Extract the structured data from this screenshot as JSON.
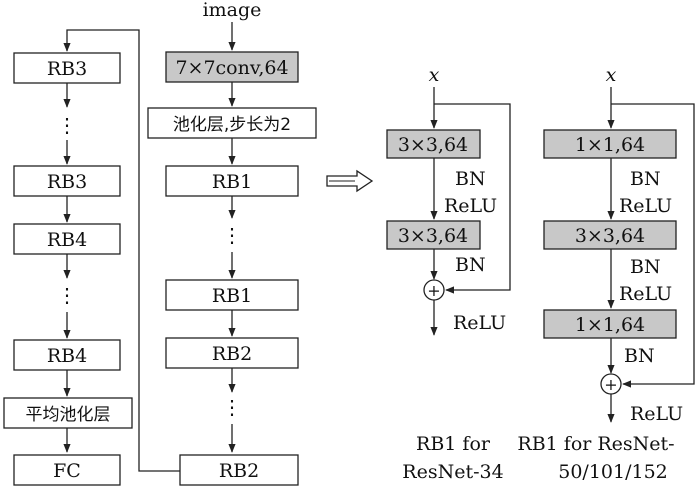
{
  "input_label": "image",
  "left_column": {
    "rb3_top": "RB3",
    "rb3_bottom": "RB3",
    "rb4_top": "RB4",
    "rb4_bottom": "RB4",
    "avg_pool": "平均池化层",
    "fc": "FC"
  },
  "middle_column": {
    "conv": "7×7conv,64",
    "pool": "池化层,步长为2",
    "rb1_top": "RB1",
    "rb1_bottom": "RB1",
    "rb2_top": "RB2",
    "rb2_bottom": "RB2"
  },
  "block34": {
    "input": "x",
    "conv1": "3×3,64",
    "bn1": "BN",
    "relu1": "ReLU",
    "conv2": "3×3,64",
    "bn2": "BN",
    "relu_out": "ReLU",
    "caption_line1": "RB1 for",
    "caption_line2": "ResNet-34"
  },
  "block50": {
    "input": "x",
    "conv1": "1×1,64",
    "bn1": "BN",
    "relu1": "ReLU",
    "conv2": "3×3,64",
    "bn2": "BN",
    "relu2": "ReLU",
    "conv3": "1×1,64",
    "bn3": "BN",
    "relu_out": "ReLU",
    "caption_line1": "RB1 for ResNet-",
    "caption_line2": "50/101/152"
  },
  "ellipsis": "⋮",
  "plus": "+"
}
